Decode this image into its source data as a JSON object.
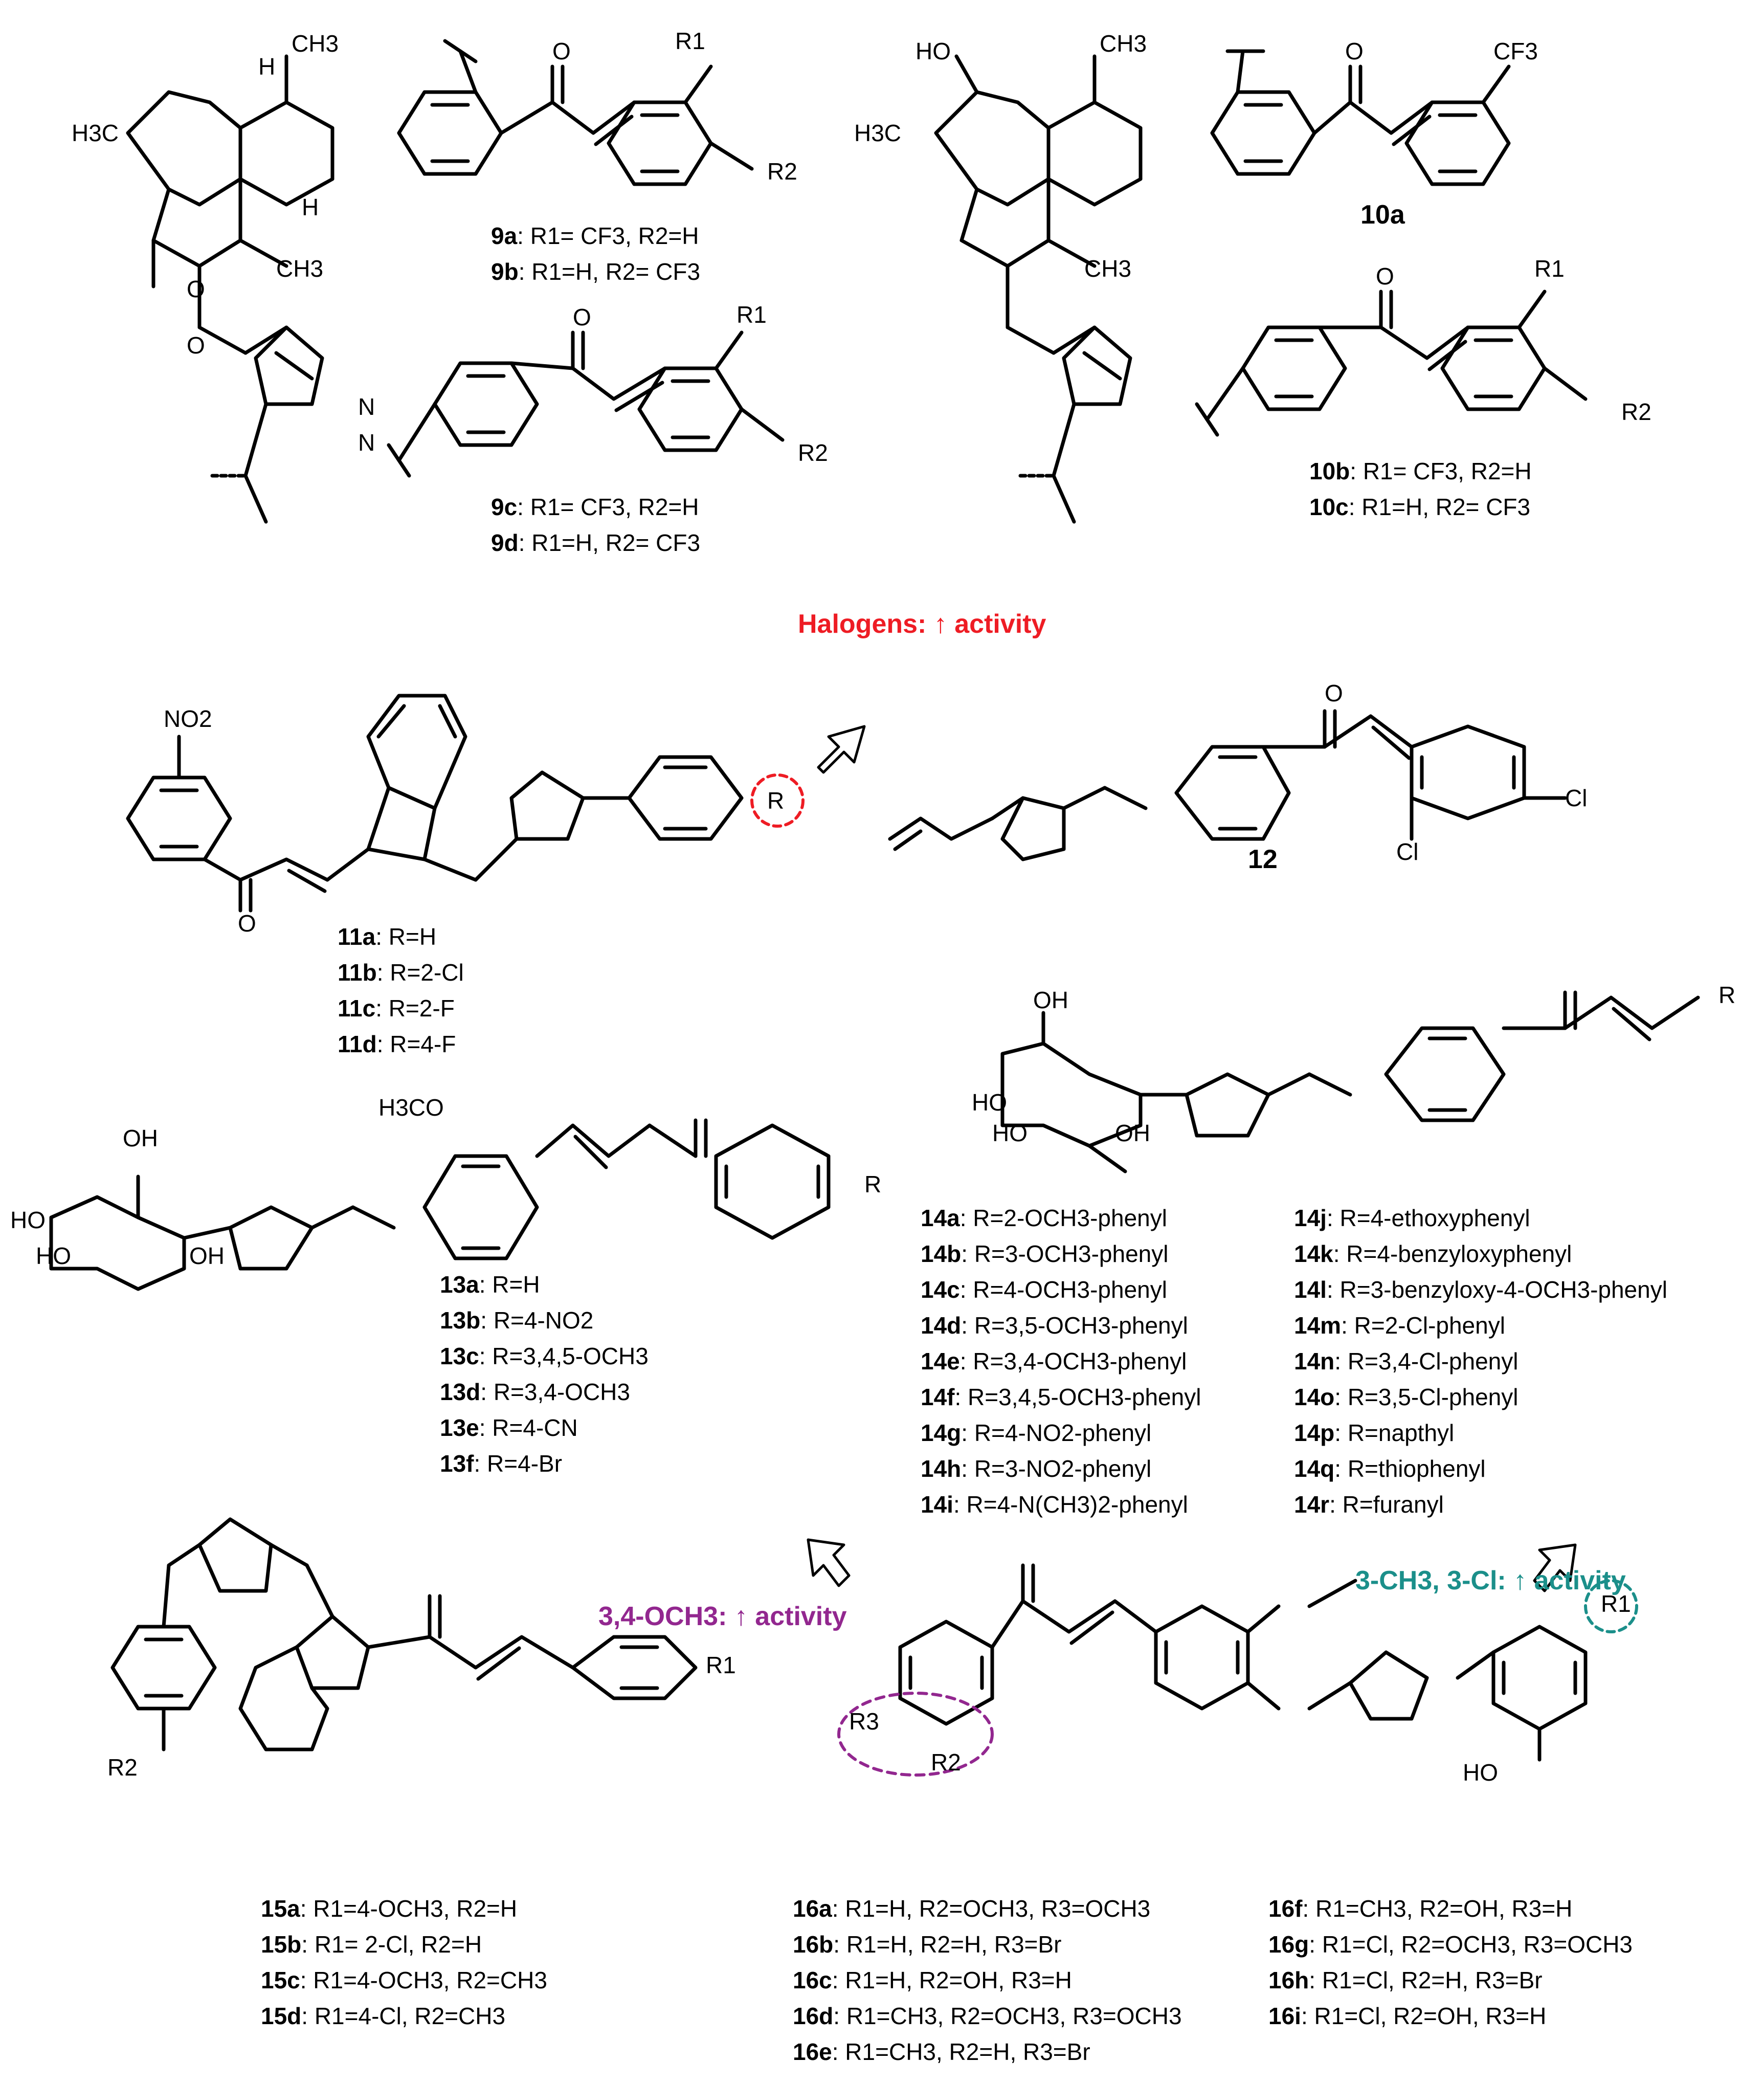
{
  "callouts": {
    "halogens": "Halogens: ↑ activity",
    "methoxy": "3,4-OCH3: ↑ activity",
    "methyl_chloro": "3-CH3, 3-Cl: ↑ activity"
  },
  "atoms": {
    "ch3": "CH3",
    "h3c": "H3C",
    "h": "H",
    "o": "O",
    "n": "N",
    "ho": "HO",
    "oh": "OH",
    "cf3": "CF3",
    "r1": "R1",
    "r2": "R2",
    "r3": "R3",
    "r": "R",
    "no2": "NO2",
    "cl": "Cl",
    "h3co": "H3CO"
  },
  "compounds": {
    "c10a": "10a",
    "c12": "12"
  },
  "labels": {
    "9a": [
      "9a",
      ": R1= CF3, R2=H"
    ],
    "9b": [
      "9b",
      ": R1=H, R2= CF3"
    ],
    "9c": [
      "9c",
      ": R1= CF3, R2=H"
    ],
    "9d": [
      "9d",
      ": R1=H, R2= CF3"
    ],
    "10b": [
      "10b",
      ": R1= CF3, R2=H"
    ],
    "10c": [
      "10c",
      ": R1=H, R2= CF3"
    ],
    "11a": [
      "11a",
      ": R=H"
    ],
    "11b": [
      "11b",
      ": R=2-Cl"
    ],
    "11c": [
      "11c",
      ": R=2-F"
    ],
    "11d": [
      "11d",
      ": R=4-F"
    ],
    "13a": [
      "13a",
      ": R=H"
    ],
    "13b": [
      "13b",
      ": R=4-NO2"
    ],
    "13c": [
      "13c",
      ": R=3,4,5-OCH3"
    ],
    "13d": [
      "13d",
      ": R=3,4-OCH3"
    ],
    "13e": [
      "13e",
      ": R=4-CN"
    ],
    "13f": [
      "13f",
      ": R=4-Br"
    ],
    "14a": [
      "14a",
      ": R=2-OCH3-phenyl"
    ],
    "14b": [
      "14b",
      ": R=3-OCH3-phenyl"
    ],
    "14c": [
      "14c",
      ": R=4-OCH3-phenyl"
    ],
    "14d": [
      "14d",
      ": R=3,5-OCH3-phenyl"
    ],
    "14e": [
      "14e",
      ": R=3,4-OCH3-phenyl"
    ],
    "14f": [
      "14f",
      ": R=3,4,5-OCH3-phenyl"
    ],
    "14g": [
      "14g",
      ": R=4-NO2-phenyl"
    ],
    "14h": [
      "14h",
      ": R=3-NO2-phenyl"
    ],
    "14i": [
      "14i",
      ": R=4-N(CH3)2-phenyl"
    ],
    "14j": [
      "14j",
      ": R=4-ethoxyphenyl"
    ],
    "14k": [
      "14k",
      ": R=4-benzyloxyphenyl"
    ],
    "14l": [
      "14l",
      ": R=3-benzyloxy-4-OCH3-phenyl"
    ],
    "14m": [
      "14m",
      ": R=2-Cl-phenyl"
    ],
    "14n": [
      "14n",
      ": R=3,4-Cl-phenyl"
    ],
    "14o": [
      "14o",
      ": R=3,5-Cl-phenyl"
    ],
    "14p": [
      "14p",
      ": R=napthyl"
    ],
    "14q": [
      "14q",
      ": R=thiophenyl"
    ],
    "14r": [
      "14r",
      ": R=furanyl"
    ],
    "15a": [
      "15a",
      ": R1=4-OCH3, R2=H"
    ],
    "15b": [
      "15b",
      ": R1= 2-Cl, R2=H"
    ],
    "15c": [
      "15c",
      ": R1=4-OCH3, R2=CH3"
    ],
    "15d": [
      "15d",
      ": R1=4-Cl, R2=CH3"
    ],
    "16a": [
      "16a",
      ": R1=H, R2=OCH3, R3=OCH3"
    ],
    "16b": [
      "16b",
      ": R1=H, R2=H, R3=Br"
    ],
    "16c": [
      "16c",
      ": R1=H, R2=OH, R3=H"
    ],
    "16d": [
      "16d",
      ": R1=CH3, R2=OCH3, R3=OCH3"
    ],
    "16e": [
      "16e",
      ": R1=CH3, R2=H, R3=Br"
    ],
    "16f": [
      "16f",
      ": R1=CH3, R2=OH, R3=H"
    ],
    "16g": [
      "16g",
      ": R1=Cl, R2=OCH3, R3=OCH3"
    ],
    "16h": [
      "16h",
      ": R1=Cl, R2=H, R3=Br"
    ],
    "16i": [
      "16i",
      ": R1=Cl, R2=OH, R3=H"
    ]
  }
}
